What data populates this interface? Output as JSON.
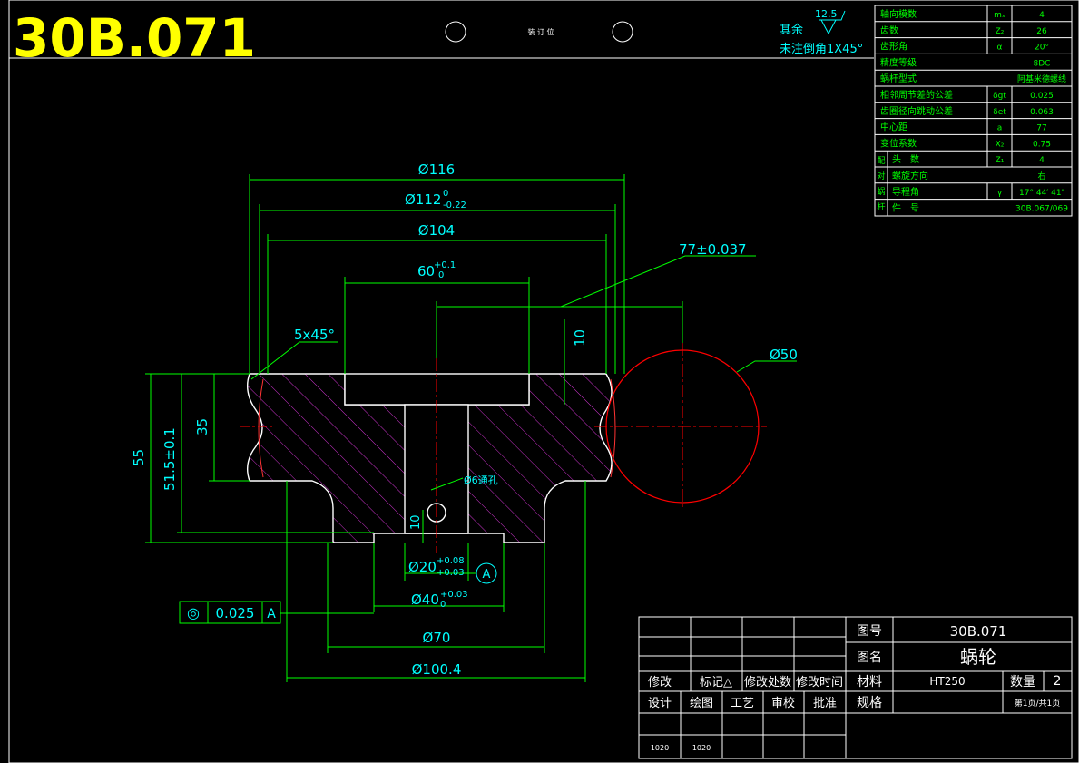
{
  "header": {
    "drawing_number": "30B.071",
    "binding_label": "装 订 位"
  },
  "roughness": {
    "value": "12.5",
    "other_label": "其余",
    "chamfer_note": "未注倒角1X45°"
  },
  "param_table": {
    "rows": [
      {
        "name": "轴向模数",
        "symbol": "mₓ",
        "value": "4"
      },
      {
        "name": "齿数",
        "symbol": "Z₂",
        "value": "26"
      },
      {
        "name": "齿形角",
        "symbol": "α",
        "value": "20°"
      },
      {
        "name": "精度等级",
        "symbol": "",
        "value": "8DC"
      },
      {
        "name": "蜗杆型式",
        "symbol": "",
        "value": "阿基米德螺线"
      },
      {
        "name": "相邻周节差的公差",
        "symbol": "δgt",
        "value": "0.025"
      },
      {
        "name": "齿圈径向跳动公差",
        "symbol": "δet",
        "value": "0.063"
      },
      {
        "name": "中心距",
        "symbol": "a",
        "value": "77"
      },
      {
        "name": "变位系数",
        "symbol": "X₂",
        "value": "0.75"
      },
      {
        "name": "头　数",
        "symbol": "Z₁",
        "value": "4"
      },
      {
        "name": "螺旋方向",
        "symbol": "",
        "value": "右"
      },
      {
        "name": "导程角",
        "symbol": "γ",
        "value": "17° 44′ 41″"
      },
      {
        "name": "件　号",
        "symbol": "",
        "value": "30B.067/069"
      }
    ],
    "side_label": [
      "配",
      "对",
      "蜗",
      "杆"
    ]
  },
  "dimensions": {
    "d116": "Ø116",
    "d112_base": "Ø112",
    "d112_upper": "0",
    "d112_lower": "-0.22",
    "d104": "Ø104",
    "d60_base": "60",
    "d60_upper": "+0.1",
    "d60_lower": "0",
    "center": "77±0.037",
    "chamfer": "5x45°",
    "d10_top": "10",
    "d50": "Ø50",
    "d55": "55",
    "d51": "51.5±0.1",
    "d35": "35",
    "hole_note": "Ø6通孔",
    "d10_low": "10",
    "d20_base": "Ø20",
    "d20_upper": "+0.08",
    "d20_lower": "+0.03",
    "datum": "A",
    "d40_base": "Ø40",
    "d40_upper": "+0.03",
    "d40_lower": "0",
    "d70": "Ø70",
    "d100": "Ø100.4"
  },
  "tolerance_frame": {
    "symbol": "◎",
    "value": "0.025",
    "datum": "A"
  },
  "title_block": {
    "drawing_no_label": "图号",
    "drawing_no": "30B.071",
    "name_label": "图名",
    "name": "蜗轮",
    "material_label": "材料",
    "material": "HT250",
    "qty_label": "数量",
    "qty": "2",
    "spec_label": "规格",
    "sheet": "第1页/共1页",
    "rev_headers": [
      "修改",
      "标记△",
      "修改处数",
      "修改时间"
    ],
    "sign_headers": [
      "设计",
      "绘图",
      "工艺",
      "审校",
      "批准"
    ],
    "dates": [
      "1020",
      "1020"
    ]
  },
  "colors": {
    "background": "#000000",
    "lines": "#00ff00",
    "text": "#00ffff",
    "title": "#ffff00",
    "hatch": "#cc33cc",
    "center": "#ff0000",
    "frame": "#ffffff"
  }
}
